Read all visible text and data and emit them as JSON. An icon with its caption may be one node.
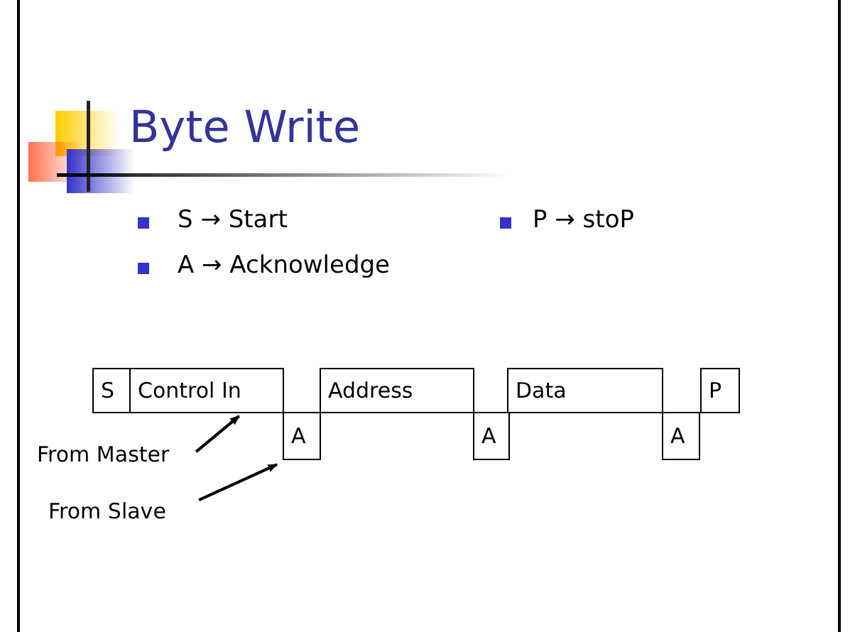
{
  "diagram": {
    "title": "Byte Write",
    "nodes": [
      {
        "text": [
          "S"
        ]
      },
      {
        "text": [
          "Control In"
        ]
      },
      {
        "text": [
          "A"
        ]
      },
      {
        "text": [
          "Address"
        ]
      },
      {
        "text": [
          "A"
        ]
      },
      {
        "text": [
          "Data"
        ]
      },
      {
        "text": [
          "A"
        ]
      },
      {
        "text": [
          "P"
        ]
      },
      {
        "text": [
          "From Master"
        ]
      },
      {
        "text": [
          "From Slave"
        ]
      }
    ],
    "edges": [
      {
        "from": 8,
        "to": 1,
        "arrow": "to"
      },
      {
        "from": 9,
        "to": 2,
        "arrow": "to"
      }
    ],
    "labels": [
      "S → Start",
      "P → stoP",
      "A → Acknowledge"
    ]
  }
}
